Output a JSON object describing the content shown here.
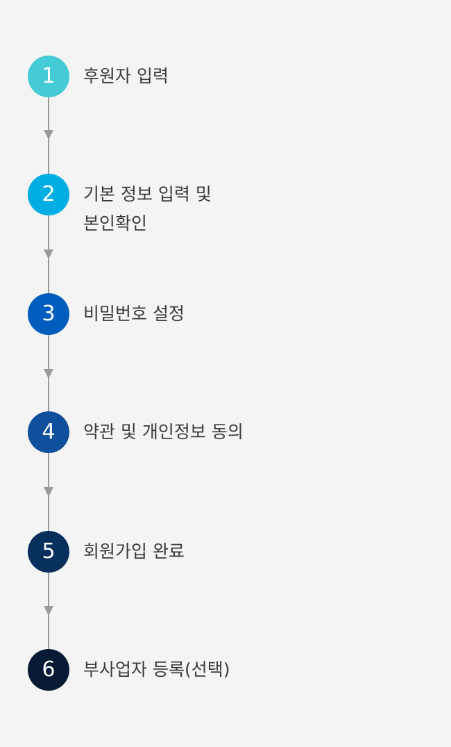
{
  "steps": [
    {
      "number": "1",
      "label_lines": [
        "후원자 입력"
      ],
      "color": "#45cbd5"
    },
    {
      "number": "2",
      "label_lines": [
        "기본 정보 입력 및",
        "본인확인"
      ],
      "color": "#00aee3"
    },
    {
      "number": "3",
      "label_lines": [
        "비밀번호 설정"
      ],
      "color": "#005dbd"
    },
    {
      "number": "4",
      "label_lines": [
        "약관 및 개인정보 동의"
      ],
      "color": "#0f4f9b"
    },
    {
      "number": "5",
      "label_lines": [
        "회원가입 완료"
      ],
      "color": "#08305c"
    },
    {
      "number": "6",
      "label_lines": [
        "부사업자 등록(선택)"
      ],
      "color": "#061a33"
    }
  ],
  "colors": {
    "background": "#f4f4f4",
    "connector": "#9a9a9a",
    "label_text": "#3a3a3a"
  }
}
